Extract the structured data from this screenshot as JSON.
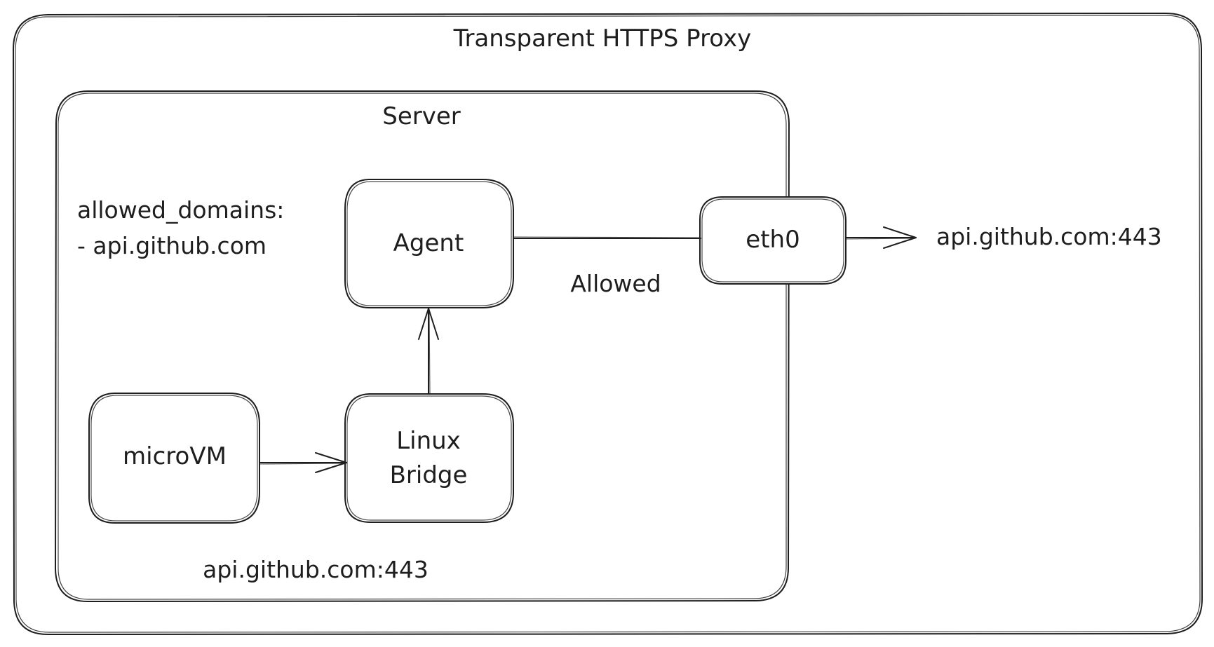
{
  "diagram": {
    "outer_title": "Transparent HTTPS Proxy",
    "server_title": "Server",
    "config_note": {
      "line1": "allowed_domains:",
      "line2": "- api.github.com"
    },
    "nodes": {
      "agent": "Agent",
      "eth0": "eth0",
      "microvm": "microVM",
      "bridge_line1": "Linux",
      "bridge_line2": "Bridge"
    },
    "edge_labels": {
      "allowed": "Allowed",
      "external_destination": "api.github.com:443",
      "internal_destination": "api.github.com:443"
    }
  }
}
